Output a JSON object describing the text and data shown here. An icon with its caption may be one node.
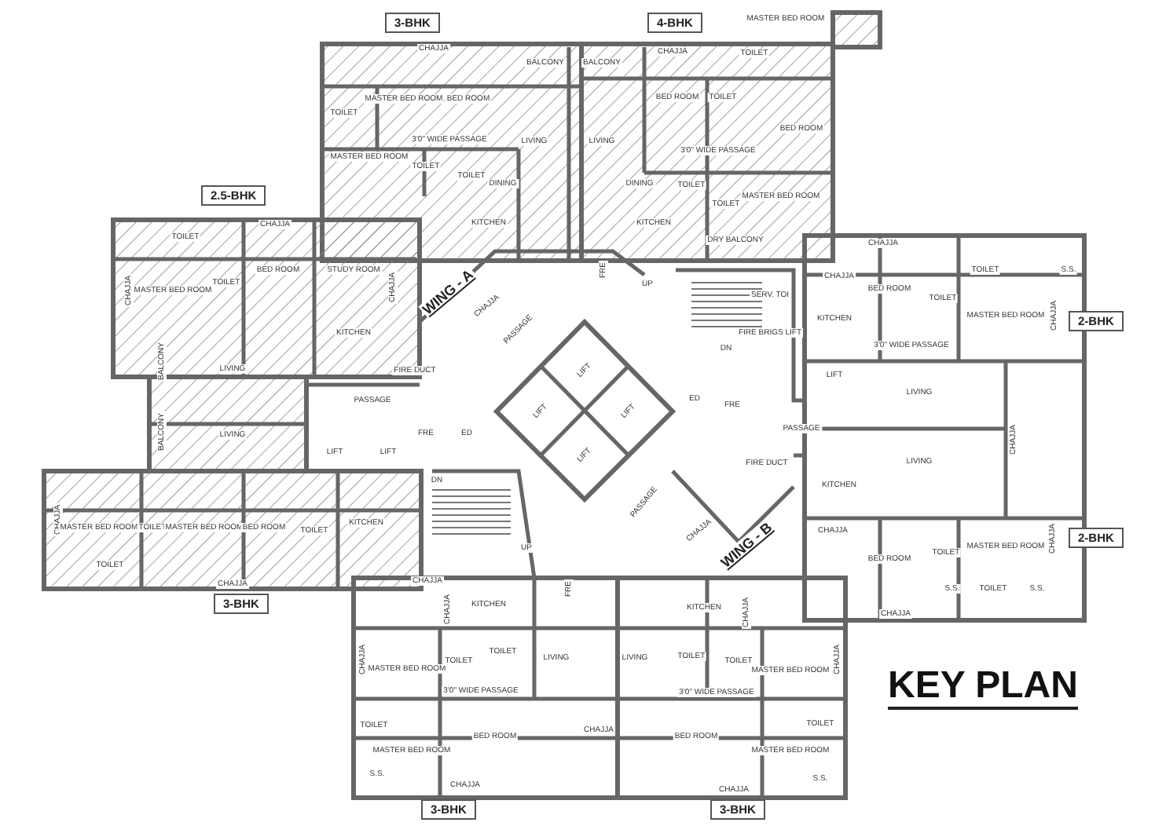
{
  "diagram": {
    "title": "KEY PLAN",
    "nodes": [
      {
        "text": [
          "3-BHK"
        ]
      },
      {
        "text": [
          "4-BHK"
        ]
      },
      {
        "text": [
          "2.5-BHK"
        ]
      },
      {
        "text": [
          "2-BHK"
        ]
      },
      {
        "text": [
          "2-BHK"
        ]
      },
      {
        "text": [
          "3-BHK"
        ]
      },
      {
        "text": [
          "3-BHK"
        ]
      },
      {
        "text": [
          "3-BHK"
        ]
      }
    ],
    "labels": [
      "CHAJJA",
      "TOILET",
      "MASTER BED ROOM",
      "BED ROOM",
      "3'0\" WIDE PASSAGE",
      "MASTER BED ROOM",
      "TOILET",
      "TOILET",
      "BALCONY",
      "BALCONY",
      "LIVING",
      "LIVING",
      "DINING",
      "KITCHEN",
      "CHAJJA",
      "MASTER BED ROOM",
      "TOILET",
      "BED ROOM",
      "TOILET",
      "3'0\" WIDE PASSAGE",
      "DINING",
      "TOILET",
      "TOILET",
      "MASTER BED ROOM",
      "KITCHEN",
      "DRY BALCONY",
      "BED ROOM",
      "CHAJJA",
      "TOILET",
      "TOILET",
      "BED ROOM",
      "STUDY ROOM",
      "CHAJJA",
      "MASTER BED ROOM",
      "CHAJJA",
      "KITCHEN",
      "BALCONY",
      "LIVING",
      "BALCONY",
      "LIVING",
      "FIRE DUCT",
      "PASSAGE",
      "LIFT",
      "LIFT",
      "FRE",
      "ED",
      "WING - A",
      "CHAJJA",
      "PASSAGE",
      "LIFT",
      "LIFT",
      "LIFT",
      "LIFT",
      "FRE",
      "UP",
      "DN",
      "SERV. TOI",
      "FIRE BRIGS LIFT",
      "FRE",
      "ED",
      "PASSAGE",
      "CHAJJA",
      "CHAJJA",
      "BED ROOM",
      "TOILET",
      "TOILET",
      "S.S.",
      "MASTER BED ROOM",
      "CHAJJA",
      "KITCHEN",
      "3'0\" WIDE PASSAGE",
      "LIFT",
      "LIVING",
      "CHAJJA",
      "LIVING",
      "KITCHEN",
      "CHAJJA",
      "BED ROOM",
      "TOILET",
      "MASTER BED ROOM",
      "CHAJJA",
      "S.S.",
      "TOILET",
      "S.S.",
      "CHAJJA",
      "FIRE DUCT",
      "PASSAGE",
      "CHAJJA",
      "WING - B",
      "DN",
      "UP",
      "FRE",
      "CHAJJA",
      "MASTER BED ROOM",
      "TOILET",
      "MASTER BED ROOM",
      "BED ROOM",
      "TOILET",
      "KITCHEN",
      "TOILET",
      "CHAJJA",
      "CHAJJA",
      "CHAJJA",
      "KITCHEN",
      "CHAJJA",
      "MASTER BED ROOM",
      "TOILET",
      "TOILET",
      "LIVING",
      "LIVING",
      "3'0\" WIDE PASSAGE",
      "TOILET",
      "MASTER BED ROOM",
      "BED ROOM",
      "CHAJJA",
      "S.S.",
      "CHAJJA",
      "KITCHEN",
      "CHAJJA",
      "TOILET",
      "TOILET",
      "MASTER BED ROOM",
      "CHAJJA",
      "3'0\" WIDE PASSAGE",
      "BED ROOM",
      "MASTER BED ROOM",
      "TOILET",
      "S.S.",
      "CHAJJA"
    ]
  }
}
